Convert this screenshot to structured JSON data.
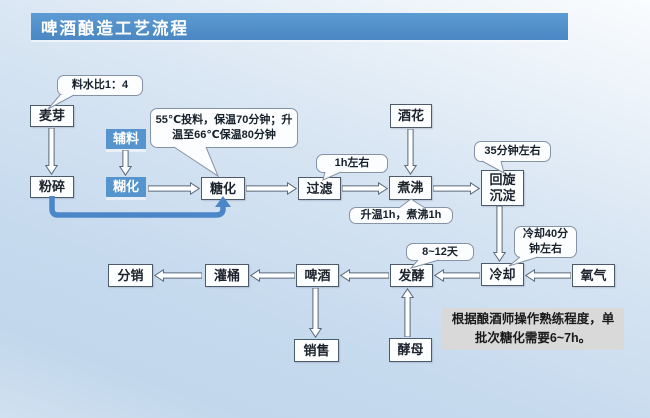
{
  "title": "啤酒酿造工艺流程",
  "colors": {
    "title_bar": "#4e8cc6",
    "highlight_node": "#5694ce",
    "blue_flow_arrow": "#4b86c8",
    "note_bg": "#d9d9d9"
  },
  "flow": {
    "nodes": {
      "maiya": "麦芽",
      "fensui": "粉碎",
      "fuliao": "辅料",
      "huhua": "糊化",
      "tanghua": "糖化",
      "guolv": "过滤",
      "jiuhua": "酒花",
      "zhufei": "煮沸",
      "huixuan_chendian": "回旋沉淀",
      "lengque": "冷却",
      "yangqi": "氧气",
      "fajiao": "发酵",
      "pijiu": "啤酒",
      "guantong": "灌桶",
      "fenxiao": "分销",
      "xiaoshou": "销售",
      "jiaomu": "酵母"
    },
    "callouts": {
      "liaoshuibi": "料水比1：4",
      "touliao": "55℃投料，保温70分钟；升温至66℃保温80分钟",
      "guolv_time": "1h左右",
      "zhufei_time": "升温1h，煮沸1h",
      "huixuan_time": "35分钟左右",
      "lengque_time": "冷却40分钟左右",
      "fajiao_time": "8~12天"
    },
    "note": "根据酿酒师操作熟练程度，单批次糖化需要6~7h。"
  }
}
